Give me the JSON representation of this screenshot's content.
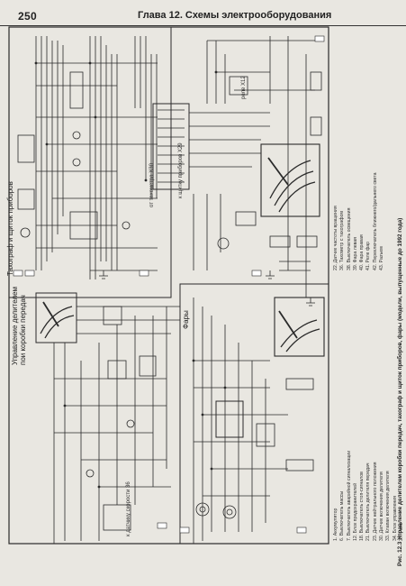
{
  "header": {
    "page_number": "250",
    "chapter_title": "Глава 12. Схемы электрооборудования"
  },
  "sections": {
    "tachograph": "Тахограф и щиток приборов",
    "gearbox_control": "Управление делителем",
    "gearbox_control_2": "пои коробки передач",
    "headlights": "Фары"
  },
  "connectors": {
    "instrument_panel": "к щитку приборов X29",
    "relay_ref": "реле X12",
    "tacho_from": "от тахометра X30",
    "sensor_speed": "к датчику скорости 36"
  },
  "legend_left": [
    "1. Аккумулятор",
    "6. Выключатель массы",
    "7. Выключатель аварийной сигнализации",
    "12. Блок предохранителей",
    "18. Выключатель стоп-сигналов",
    "21. Выключатель делителя передач",
    "23. Датчик нейтрального положения",
    "30. Датчик включения делителя",
    "33. Клапан включения делителя",
    "34. Блок управления",
    "37. Реле"
  ],
  "legend_right": [
    "22. Датчик частоты вращения",
    "36. Тахометр с тахографом",
    "38. Выключатель освещения",
    "39. Фара левая",
    "40. Фара правая",
    "41. Реле фар",
    "42. Переключатель ближнего/дальнего света",
    "43. Разъем"
  ],
  "caption": "Рис. 12.3 Управление делителем коробки передач, тахограф и щиток приборов, фары (модели, выпущенные до 1992 года)",
  "colors": {
    "paper": "#e9e7e1",
    "ink": "#2a2a2a"
  }
}
